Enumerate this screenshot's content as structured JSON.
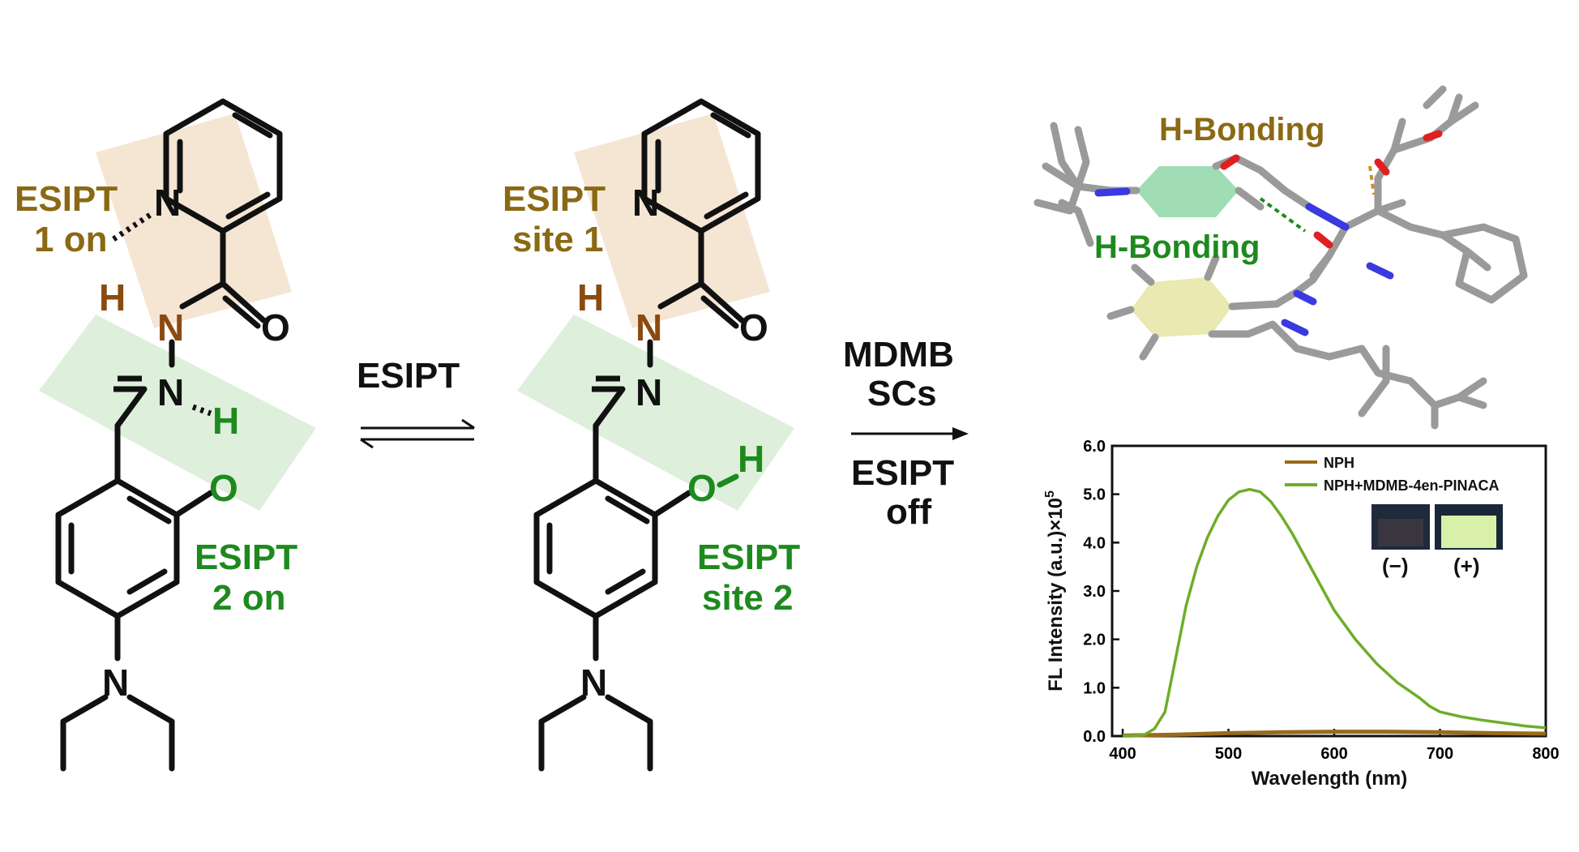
{
  "colors": {
    "brown": "#8B6914",
    "green": "#1E8A1E",
    "dark_brown": "#5A3A0A",
    "orange_box": "#F3E1CB",
    "green_box": "#D8ECD6",
    "spectrum_green": "#6EAD2A",
    "spectrum_brown": "#9A6B1A"
  },
  "structure_left": {
    "site1": [
      "ESIPT",
      "1 on"
    ],
    "site2": [
      "ESIPT",
      "2 on"
    ],
    "atoms": {
      "n_pyr": "N",
      "h_amide": "H",
      "n_amide": "N",
      "o_carbonyl": "O",
      "n_imine": "N",
      "h_oh": "H",
      "o_oh": "O",
      "n_amine": "N"
    }
  },
  "structure_mid": {
    "site1": [
      "ESIPT",
      "site 1"
    ],
    "site2": [
      "ESIPT",
      "site 2"
    ],
    "atoms": {
      "n_pyr": "N",
      "h_amide": "H",
      "n_amide": "N",
      "o_carbonyl": "O",
      "n_imine": "N",
      "h_oh": "H",
      "o_oh": "O",
      "n_amine": "N"
    }
  },
  "arrows": {
    "equilibrium_label": "ESIPT",
    "reaction_top": [
      "MDMB",
      "SCs"
    ],
    "reaction_bottom": [
      "ESIPT",
      "off"
    ]
  },
  "model_3d": {
    "hbond_top": "H-Bonding",
    "hbond_bottom": "H-Bonding"
  },
  "chart_data": {
    "type": "line",
    "xlabel": "Wavelength (nm)",
    "ylabel": "FL Intensity (a.u.)×10",
    "ylabel_exp": "5",
    "xlim": [
      390,
      800
    ],
    "ylim": [
      0,
      6
    ],
    "xticks": [
      "400",
      "500",
      "600",
      "700",
      "800"
    ],
    "yticks": [
      "0.0",
      "1.0",
      "2.0",
      "3.0",
      "4.0",
      "5.0",
      "6.0"
    ],
    "legend_position": "top-right",
    "series": [
      {
        "name": "NPH",
        "color": "#9A6B1A",
        "x": [
          400,
          450,
          500,
          550,
          600,
          650,
          700,
          750,
          800
        ],
        "y": [
          0.01,
          0.03,
          0.06,
          0.08,
          0.09,
          0.09,
          0.08,
          0.06,
          0.05
        ]
      },
      {
        "name": "NPH+MDMB-4en-PINACA",
        "color": "#6EAD2A",
        "x": [
          400,
          420,
          430,
          440,
          450,
          460,
          470,
          480,
          490,
          500,
          510,
          520,
          530,
          540,
          550,
          560,
          570,
          580,
          590,
          600,
          620,
          640,
          660,
          680,
          690,
          700,
          720,
          740,
          760,
          780,
          800
        ],
        "y": [
          0.0,
          0.02,
          0.15,
          0.5,
          1.6,
          2.7,
          3.5,
          4.1,
          4.55,
          4.88,
          5.05,
          5.1,
          5.05,
          4.85,
          4.55,
          4.2,
          3.8,
          3.4,
          3.0,
          2.6,
          2.0,
          1.5,
          1.1,
          0.8,
          0.62,
          0.5,
          0.4,
          0.33,
          0.27,
          0.21,
          0.17
        ]
      }
    ]
  },
  "inset": {
    "minus": "(−)",
    "plus": "(+)"
  }
}
